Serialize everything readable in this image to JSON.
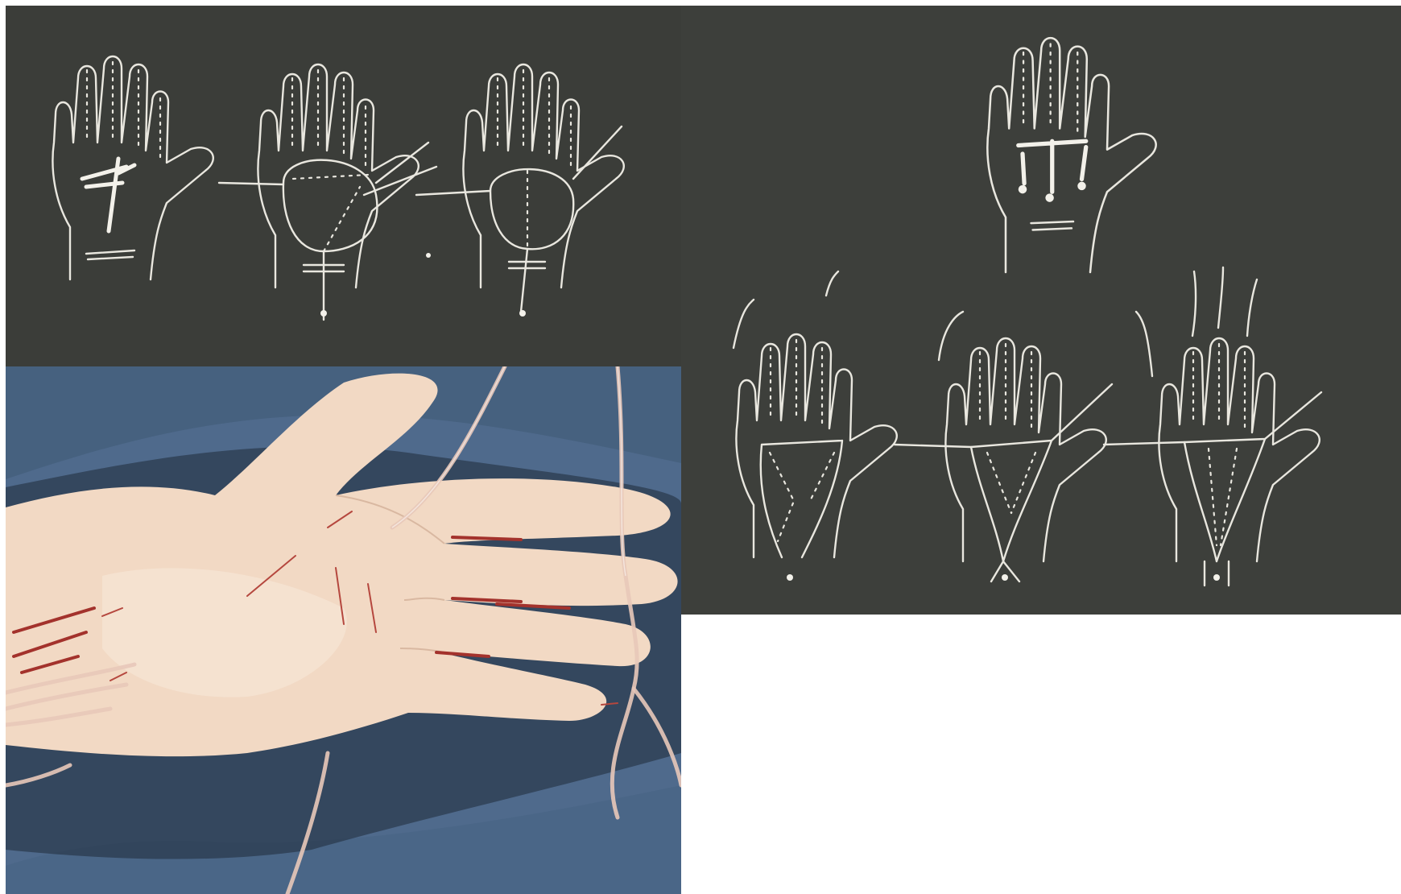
{
  "figure": {
    "panels": [
      {
        "id": "top-left",
        "content": "chalk-drawings-three-hands-drainage-routes"
      },
      {
        "id": "right",
        "content": "chalk-drawings-four-hands-drainage-routes"
      },
      {
        "id": "photo",
        "content": "photo-palm-with-drainage-tubes"
      }
    ]
  },
  "colors": {
    "board": "#3b3d39",
    "chalk": "#e9e7df",
    "drape": "#4f6a8c",
    "skin": "#f2d9c4",
    "tube": "#e8c8b9",
    "incision": "#a3322c",
    "page": "#ffffff"
  },
  "icons": [
    "hand-outline-drawing",
    "drainage-tube",
    "surgical-incision"
  ]
}
